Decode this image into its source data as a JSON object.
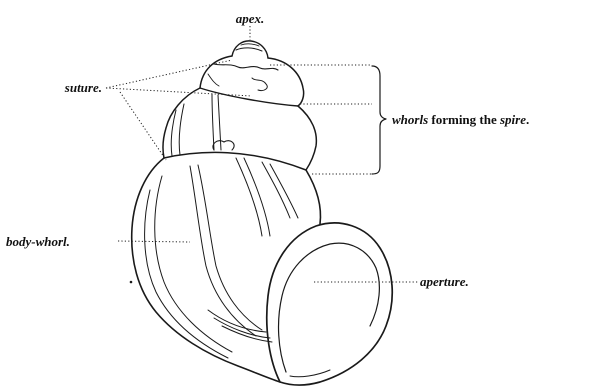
{
  "labels": {
    "apex": "apex.",
    "suture": "suture.",
    "whorls_italic": "whorls",
    "whorls_rest": " forming the ",
    "spire": "spire",
    "spire_end": ".",
    "body_whorl": "body-whorl.",
    "aperture": "aperture."
  },
  "colors": {
    "ink": "#1a1a1a",
    "background": "#ffffff"
  }
}
